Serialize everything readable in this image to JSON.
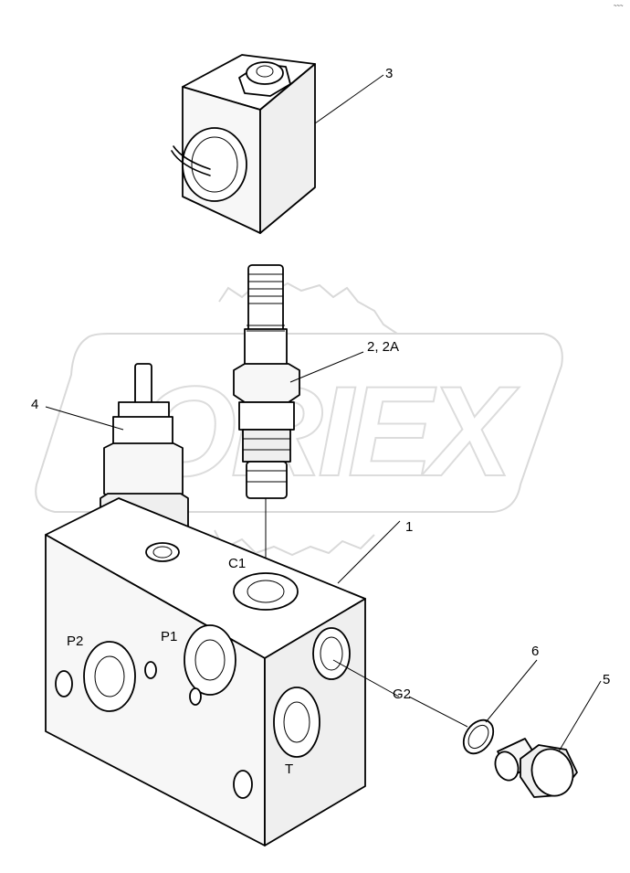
{
  "callouts": {
    "c1": "1",
    "c2": "2, 2A",
    "c3": "3",
    "c4": "4",
    "c5": "5",
    "c6": "6"
  },
  "ports": {
    "p1": "P1",
    "p2": "P2",
    "c1": "C1",
    "g2": "G2",
    "t": "T"
  },
  "watermark": {
    "text": "ORIEX"
  },
  "corner_mark": "~~~"
}
